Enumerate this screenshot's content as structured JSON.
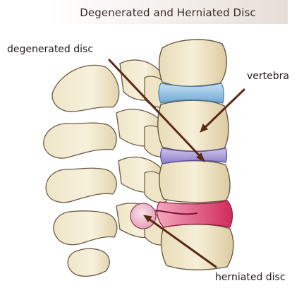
{
  "title": "Degenerated and Herniated Disc",
  "labels": {
    "degenerated_disc": "degenerated disc",
    "vertebra": "vertebra",
    "herniated_disc": "herniated disc"
  },
  "colors": {
    "bone_fill": "#f3ecd2",
    "bone_shadow": "#d9c9a0",
    "bone_outline": "#6b5a45",
    "healthy_disc": "#9cc7e6",
    "degenerated_disc": "#a69ad6",
    "herniated_disc": "#d9466e",
    "herniation_bulge": "#f0bfd0",
    "pointer_line": "#5a2a16"
  }
}
